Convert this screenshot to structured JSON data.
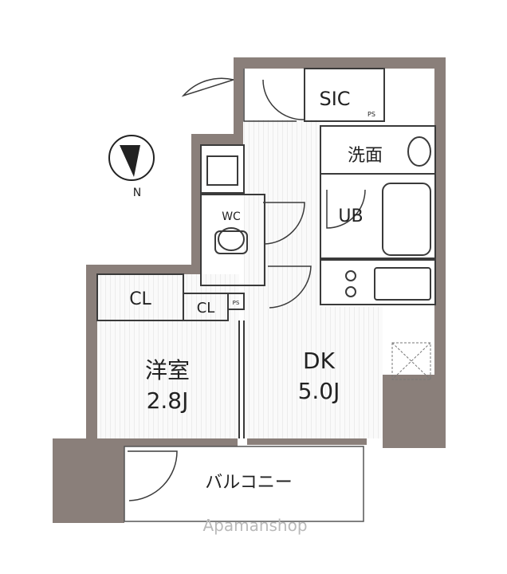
{
  "rooms": {
    "sic": "SIC",
    "ps_top": "PS",
    "washroom": "洗面",
    "wc": "WC",
    "ub": "UB",
    "cl_large": "CL",
    "cl_small": "CL",
    "ps_mid": "PS",
    "western_name": "洋室",
    "western_size": "2.8J",
    "dk_name": "DK",
    "dk_size": "5.0J",
    "balcony": "バルコニー"
  },
  "compass": {
    "letter": "N"
  },
  "watermark": "Apamanshop",
  "colors": {
    "wall": "#8a7f7a",
    "line": "#3a3a3a",
    "hatch": "#d9d9d9",
    "floor": "#f7f7f7"
  }
}
